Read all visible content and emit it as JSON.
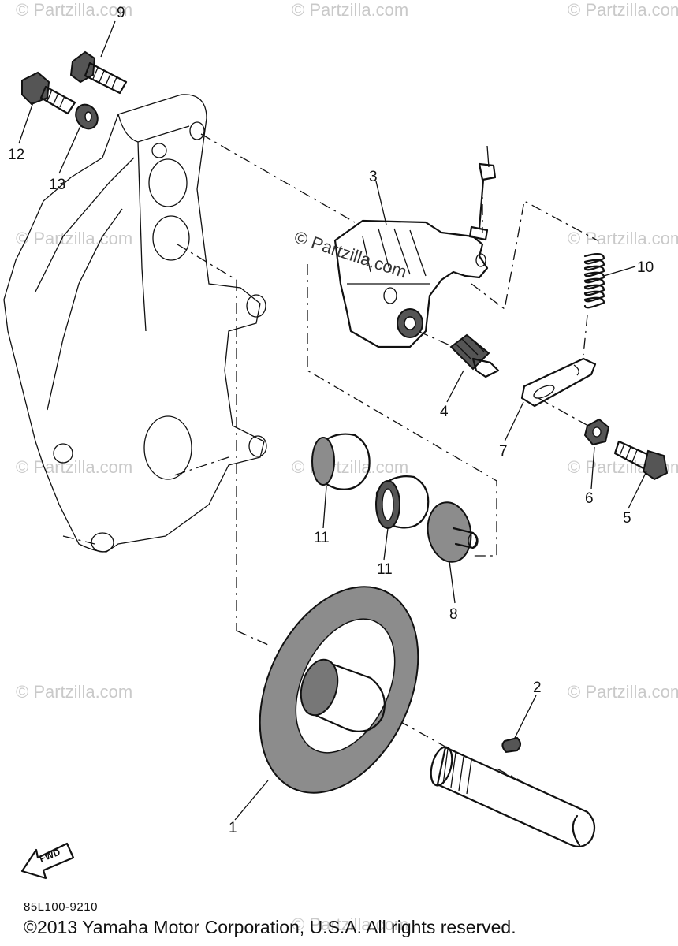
{
  "watermark_text": "© Partzilla.com",
  "center_watermark": "© Partzilla.com",
  "callouts": [
    "1",
    "2",
    "3",
    "4",
    "5",
    "6",
    "7",
    "8",
    "9",
    "10",
    "11",
    "11",
    "12",
    "13"
  ],
  "fwd_label": "FWD",
  "diagram_code": "85L100-9210",
  "copyright": "©2013 Yamaha Motor Corporation, U.S.A. All rights reserved."
}
